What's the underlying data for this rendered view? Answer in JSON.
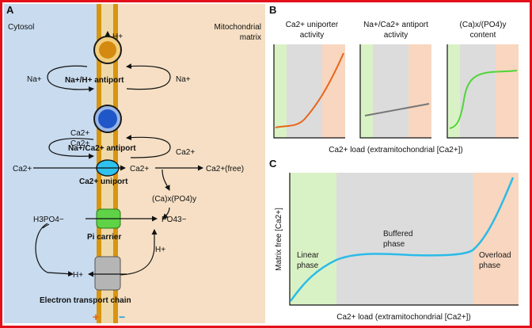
{
  "panel_a": {
    "letter": "A",
    "cytosol": "Cytosol",
    "matrix_l1": "Mitochondrial",
    "matrix_l2": "matrix",
    "h_top": "H+",
    "na_left": "Na+",
    "na_right": "Na+",
    "na_h_antiport": "Na+/H+ antiport",
    "ca_left_top": "Ca2+",
    "ca_left_mid": "Ca2+",
    "na_ca_antiport": "Na+/Ca2+ antiport",
    "ca_right_top": "Ca2+",
    "ca_in": "Ca2+",
    "ca_matrix": "Ca2+",
    "ca_free": "Ca2+(free)",
    "ca_uniport": "Ca2+ uniport",
    "ca_po4": "(Ca)x(PO4)y",
    "h3po4": "H3PO4−",
    "po4": "PO43−",
    "pi_carrier": "Pi carrier",
    "h_right": "H+",
    "h_left": "H+",
    "etc": "Electron transport chain",
    "plus": "+",
    "minus": "−"
  },
  "panel_b": {
    "letter": "B",
    "titles": [
      [
        "Ca2+ uniporter",
        "activity"
      ],
      [
        "Na+/Ca2+ antiport",
        "activity"
      ],
      [
        "(Ca)x/(PO4)y",
        "content"
      ]
    ],
    "xlabel": "Ca2+ load (extramitochondrial [Ca2+])"
  },
  "panel_c": {
    "letter": "C",
    "ylabel": "Matrix free [Ca2+]",
    "xlabel": "Ca2+ load (extramitochondrial [Ca2+])",
    "linear": [
      "Linear",
      "phase"
    ],
    "buffered": [
      "Buffered",
      "phase"
    ],
    "overload": [
      "Overload",
      "phase"
    ]
  },
  "colors": {
    "frame": "#e3101a",
    "cytosol": "#c8dbef",
    "matrix": "#f6dfc4",
    "membrane": "#d8950f",
    "green_zone": "#d9f2c5",
    "gray_zone": "#dcdcdc",
    "orange_zone": "#f8d6bf",
    "orange_curve": "#e8651a",
    "gray_curve": "#777777",
    "green_curve": "#4fd636",
    "blue_curve": "#2bbbe8"
  }
}
